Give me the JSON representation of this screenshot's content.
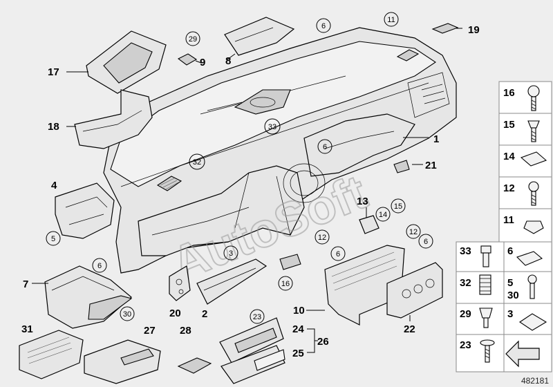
{
  "diagram": {
    "callouts": {
      "c1": "1",
      "c2": "2",
      "c3": "3",
      "c4": "4",
      "c5": "5",
      "c6a": "6",
      "c6b": "6",
      "c6c": "6",
      "c6d": "6",
      "c6e": "6",
      "c7": "7",
      "c8": "8",
      "c9": "9",
      "c10": "10",
      "c11": "11",
      "c12a": "12",
      "c12b": "12",
      "c13": "13",
      "c14": "14",
      "c15": "15",
      "c16": "16",
      "c17": "17",
      "c18": "18",
      "c19": "19",
      "c20": "20",
      "c21": "21",
      "c22": "22",
      "c23": "23",
      "c24": "24",
      "c25": "25",
      "c26": "26",
      "c27": "27",
      "c28": "28",
      "c29": "29",
      "c30": "30",
      "c31": "31",
      "c32": "32",
      "c33": "33"
    },
    "legend": {
      "rows_right": [
        "16",
        "15",
        "14",
        "12",
        "11"
      ],
      "grid": [
        {
          "left": "33",
          "right": "6"
        },
        {
          "left": "32",
          "right": "5"
        },
        {
          "right2": "30"
        },
        {
          "left": "29",
          "right": "3"
        },
        {
          "left": "23"
        }
      ]
    },
    "watermark": "AutoSoft",
    "figure_id": "482181"
  }
}
